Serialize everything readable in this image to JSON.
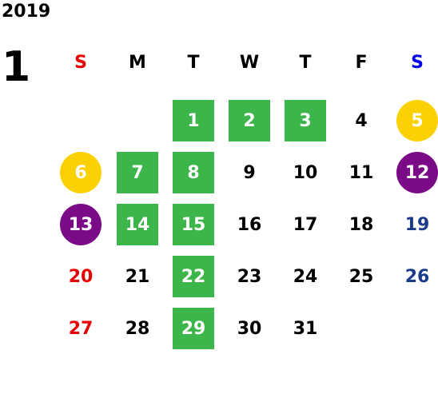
{
  "year": "2019",
  "month": "1",
  "weekdays": [
    {
      "label": "S",
      "color": "#e60000"
    },
    {
      "label": "M",
      "color": "#000000"
    },
    {
      "label": "T",
      "color": "#000000"
    },
    {
      "label": "W",
      "color": "#000000"
    },
    {
      "label": "T",
      "color": "#000000"
    },
    {
      "label": "F",
      "color": "#000000"
    },
    {
      "label": "S",
      "color": "#0000e6"
    }
  ],
  "legend_colors": {
    "green": "#3cb54a",
    "yellow": "#fbd104",
    "purple": "#7b0a86",
    "sunday_red": "#e60000",
    "saturday_blue": "#1a3a8a"
  },
  "days": [
    {
      "n": "1",
      "col": 2,
      "row": 0,
      "style": "green"
    },
    {
      "n": "2",
      "col": 3,
      "row": 0,
      "style": "green"
    },
    {
      "n": "3",
      "col": 4,
      "row": 0,
      "style": "green"
    },
    {
      "n": "4",
      "col": 5,
      "row": 0,
      "style": "plain"
    },
    {
      "n": "5",
      "col": 6,
      "row": 0,
      "style": "yellow"
    },
    {
      "n": "6",
      "col": 0,
      "row": 1,
      "style": "yellow"
    },
    {
      "n": "7",
      "col": 1,
      "row": 1,
      "style": "green"
    },
    {
      "n": "8",
      "col": 2,
      "row": 1,
      "style": "green"
    },
    {
      "n": "9",
      "col": 3,
      "row": 1,
      "style": "plain"
    },
    {
      "n": "10",
      "col": 4,
      "row": 1,
      "style": "plain"
    },
    {
      "n": "11",
      "col": 5,
      "row": 1,
      "style": "plain"
    },
    {
      "n": "12",
      "col": 6,
      "row": 1,
      "style": "purple"
    },
    {
      "n": "13",
      "col": 0,
      "row": 2,
      "style": "purple"
    },
    {
      "n": "14",
      "col": 1,
      "row": 2,
      "style": "green"
    },
    {
      "n": "15",
      "col": 2,
      "row": 2,
      "style": "green"
    },
    {
      "n": "16",
      "col": 3,
      "row": 2,
      "style": "plain"
    },
    {
      "n": "17",
      "col": 4,
      "row": 2,
      "style": "plain"
    },
    {
      "n": "18",
      "col": 5,
      "row": 2,
      "style": "plain"
    },
    {
      "n": "19",
      "col": 6,
      "row": 2,
      "style": "sat"
    },
    {
      "n": "20",
      "col": 0,
      "row": 3,
      "style": "sun"
    },
    {
      "n": "21",
      "col": 1,
      "row": 3,
      "style": "plain"
    },
    {
      "n": "22",
      "col": 2,
      "row": 3,
      "style": "green"
    },
    {
      "n": "23",
      "col": 3,
      "row": 3,
      "style": "plain"
    },
    {
      "n": "24",
      "col": 4,
      "row": 3,
      "style": "plain"
    },
    {
      "n": "25",
      "col": 5,
      "row": 3,
      "style": "plain"
    },
    {
      "n": "26",
      "col": 6,
      "row": 3,
      "style": "sat"
    },
    {
      "n": "27",
      "col": 0,
      "row": 4,
      "style": "sun"
    },
    {
      "n": "28",
      "col": 1,
      "row": 4,
      "style": "plain"
    },
    {
      "n": "29",
      "col": 2,
      "row": 4,
      "style": "green"
    },
    {
      "n": "30",
      "col": 3,
      "row": 4,
      "style": "plain"
    },
    {
      "n": "31",
      "col": 4,
      "row": 4,
      "style": "plain"
    }
  ]
}
